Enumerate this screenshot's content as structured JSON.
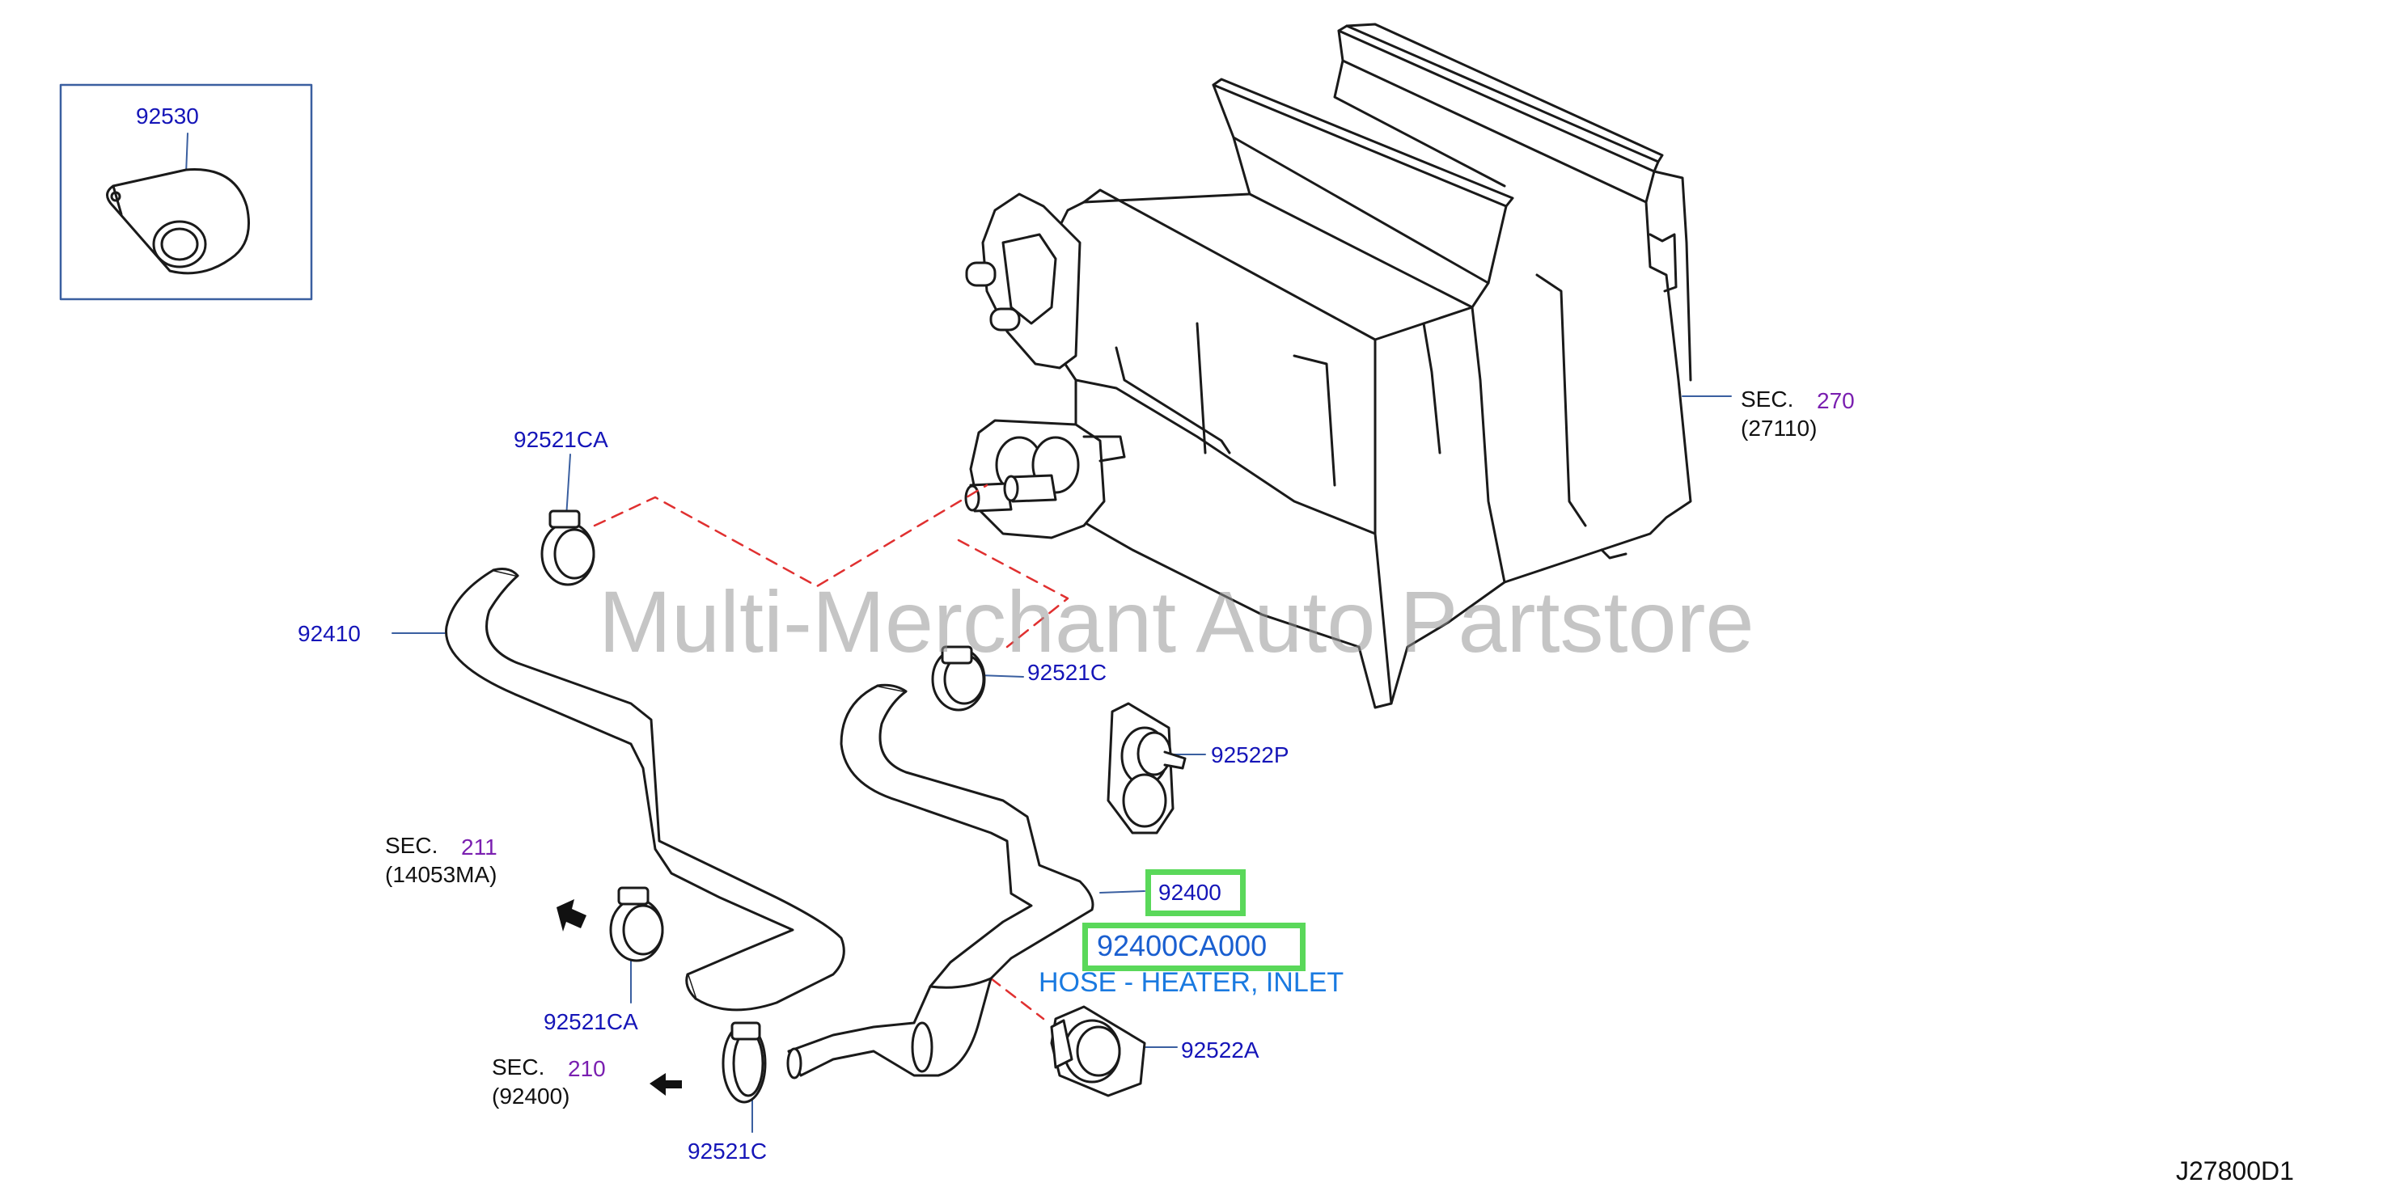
{
  "labels": {
    "p92530": "92530",
    "p92521CA_top": "92521CA",
    "p92410": "92410",
    "p92521C_mid": "92521C",
    "p92522P": "92522P",
    "p92400": "92400",
    "p92400CA000": "92400CA000",
    "hose_desc": "HOSE - HEATER, INLET",
    "p92522A": "92522A",
    "p92521CA_bot": "92521CA",
    "p92521C_bot": "92521C",
    "sec270": {
      "sec": "SEC.",
      "num": "270",
      "ref": "(27110)"
    },
    "sec211": {
      "sec": "SEC.",
      "num": "211",
      "ref": "(14053MA)"
    },
    "sec210": {
      "sec": "SEC.",
      "num": "210",
      "ref": "(92400)"
    },
    "diagram_code": "J27800D1"
  },
  "watermark": "Multi-Merchant Auto Partstore",
  "colors": {
    "part_number": "#1515b8",
    "section_number": "#7a1fb0",
    "highlight_box": "#5ad85a",
    "leader_dashed": "#e03030",
    "watermark": "#969696"
  },
  "icons": [
    "arrow-left-icon",
    "arrow-left-icon"
  ]
}
